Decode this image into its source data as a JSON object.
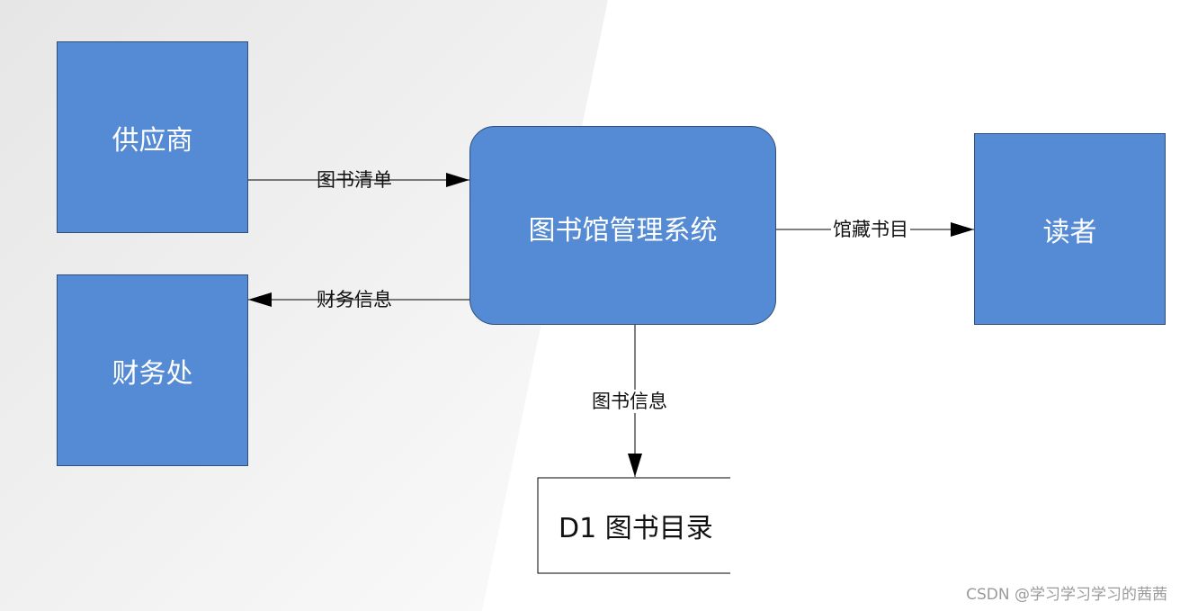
{
  "nodes": {
    "supplier": "供应商",
    "finance": "财务处",
    "system": "图书馆管理系统",
    "reader": "读者"
  },
  "store": {
    "label": "D1 图书目录"
  },
  "flows": {
    "supplier_to_system": "图书清单",
    "system_to_finance": "财务信息",
    "system_to_reader": "馆藏书目",
    "system_to_store": "图书信息"
  },
  "watermark": "CSDN @学习学习学习的茜茜",
  "colors": {
    "node_fill": "#558ad5",
    "node_text": "#ffffff",
    "line": "#000000"
  }
}
